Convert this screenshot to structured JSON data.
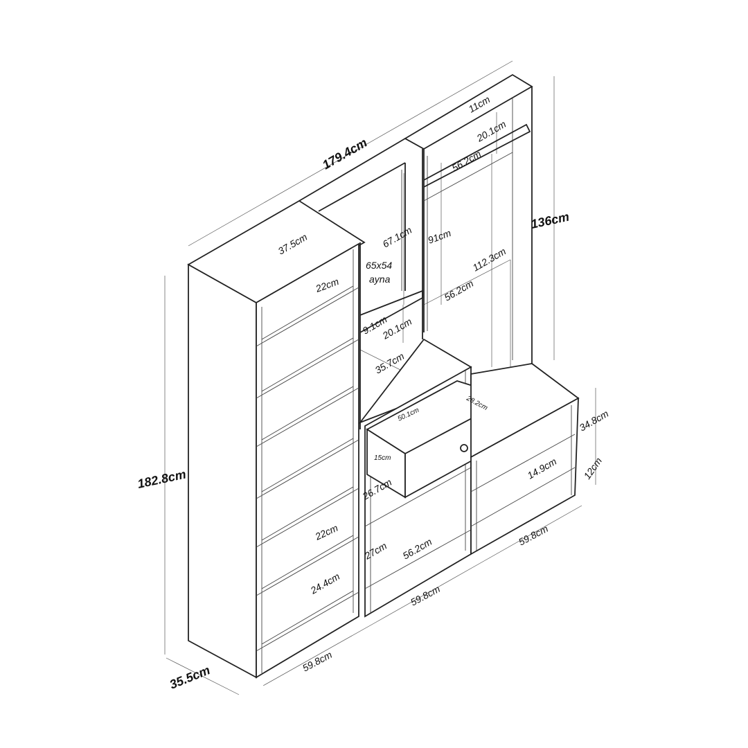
{
  "dimensions": {
    "total_width": "179.4cm",
    "total_height": "182.8cm",
    "depth": "35.5cm",
    "right_unit_height": "136cm",
    "left_top_depth": "37.5cm",
    "left_shelf_top": "22cm",
    "left_shelf_lower": "22cm",
    "left_shelf_bottom": "24.4cm",
    "left_width": "59.8cm",
    "mirror_height": "67.1cm",
    "mirror_size": "65x54",
    "mirror_label": "ayna",
    "middle_shelf_depth": "9.1cm",
    "middle_shelf_gap": "20.1cm",
    "desk_depth": "35.7cm",
    "drawer_width": "50.1cm",
    "drawer_depth": "28.2cm",
    "drawer_height": "15cm",
    "middle_upper_gap": "26.7cm",
    "middle_lower_gap": "27cm",
    "middle_inner_width": "56.2cm",
    "middle_width": "59.8cm",
    "right_top_gap": "11cm",
    "right_shelf_gap": "20.1cm",
    "right_shelf_width": "56.2cm",
    "right_rail_height": "91cm",
    "right_open_height": "112.3cm",
    "right_rail_width": "56.2cm",
    "bench_height": "34.8cm",
    "bench_shelf_gap": "14.9cm",
    "bench_base": "12cm",
    "bench_width": "59.8cm"
  }
}
